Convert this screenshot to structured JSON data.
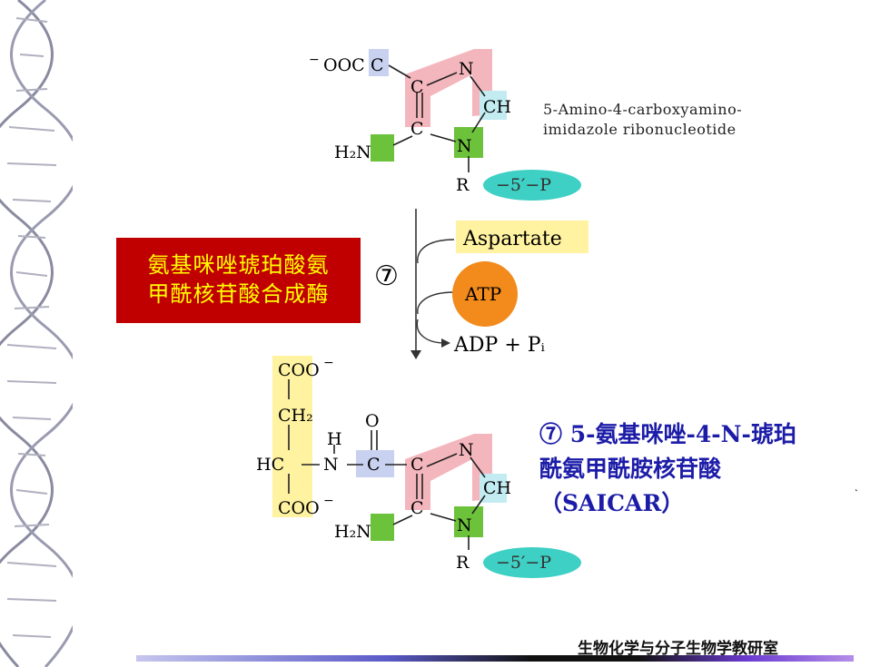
{
  "reactant": {
    "name_line1": "5-Amino-4-carboxyamino-",
    "name_line2": "imidazole ribonucleotide",
    "carboxylate": "OOC",
    "charge": "−",
    "ring_c": "C",
    "ring_n": "N",
    "ring_ch": "CH",
    "amino": "H₂N",
    "r": "R",
    "phosphate": "−5′−P"
  },
  "reaction": {
    "step_number": "⑦",
    "aspartate": "Aspartate",
    "atp": "ATP",
    "products": "ADP + Pᵢ"
  },
  "enzyme": {
    "line1": "氨基咪唑琥珀酸氨",
    "line2": "甲酰核苷酸合成酶"
  },
  "product": {
    "coo_top": "COO",
    "ch2": "CH₂",
    "h": "H",
    "hc": "HC",
    "n": "N",
    "c": "C",
    "o": "O",
    "coo_bottom": "COO",
    "charge": "−",
    "amino": "H₂N",
    "ring_ch": "CH",
    "r": "R",
    "phosphate": "−5′−P",
    "label_line1": "⑦ 5-氨基咪唑-4-N-琥珀",
    "label_line2": "酰氨甲酰胺核苷酸",
    "label_line3": "（SAICAR）"
  },
  "footer": {
    "text": "生物化学与分子生物学教研室"
  },
  "stray_mark": "˛",
  "colors": {
    "blue_highlight": "#c8d2f0",
    "pink_highlight": "#f4b6bd",
    "green_highlight": "#6cc23a",
    "cyan_highlight": "#c2ecf2",
    "teal_oval": "#3ed0c4",
    "yellow_highlight": "#fff2a0",
    "atp_orange": "#f28a1c",
    "enzyme_red": "#c00000",
    "enzyme_text": "#ffff00",
    "label_blue": "#1c1ca8"
  }
}
